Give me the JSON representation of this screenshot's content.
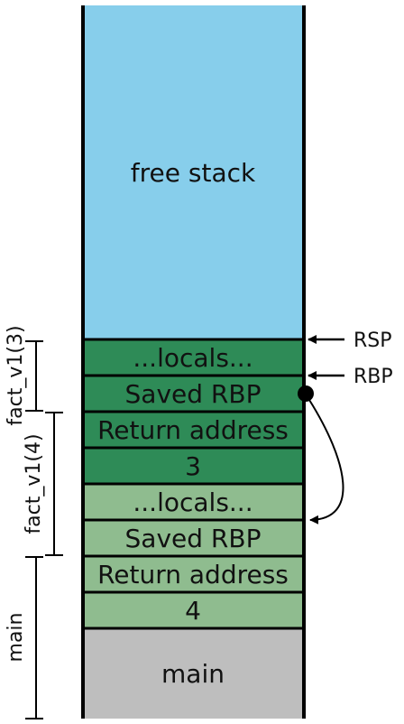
{
  "colors": {
    "free": "#87ceeb",
    "dark_green": "#2e8b57",
    "light_green": "#8fbc8f",
    "main": "#bebebe",
    "line": "#000000"
  },
  "stack": {
    "free": "free stack",
    "locals_top": "...locals...",
    "saved_rbp_top": "Saved RBP",
    "return_top": "Return address",
    "arg_top": "3",
    "locals_mid": "...locals...",
    "saved_rbp_mid": "Saved RBP",
    "return_mid": "Return address",
    "arg_mid": "4",
    "main": "main"
  },
  "registers": {
    "rsp": "RSP",
    "rbp": "RBP"
  },
  "frames": {
    "fact3": "fact_v1(3)",
    "fact4": "fact_v1(4)",
    "main": "main"
  }
}
